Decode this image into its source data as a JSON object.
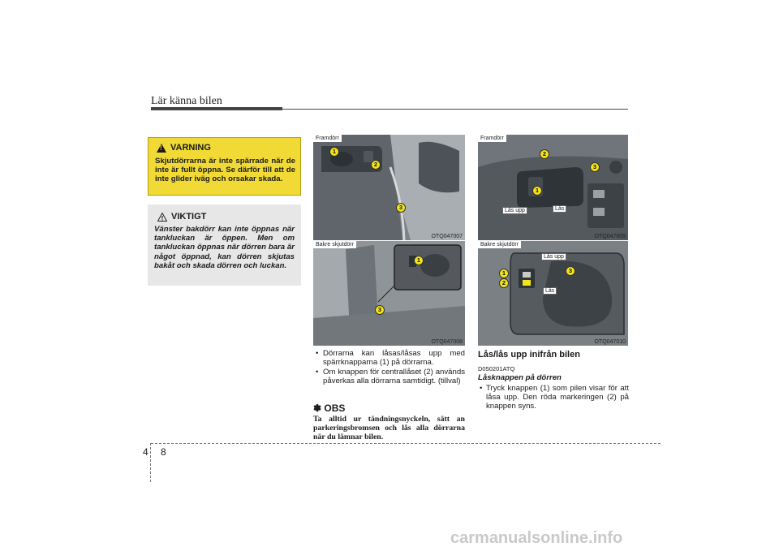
{
  "header": {
    "title": "Lär känna bilen"
  },
  "warning": {
    "title": "VARNING",
    "text": "Skjutdörrarna är inte spärrade när de inte är fullt öppna. Se därför till att de inte glider iväg och orsakar skada."
  },
  "notice": {
    "title": "VIKTIGT",
    "text": "Vänster bakdörr kan inte öppnas när tankluckan är öppen. Men om tankluckan öppnas när dörren bara är något öppnad, kan dörren skjutas bakåt och skada dörren och luckan."
  },
  "figures": [
    {
      "tag": "Framdörr",
      "code": "OTQ047007",
      "markers": [
        "1",
        "2",
        "3"
      ]
    },
    {
      "tag": "Bakre skjutdörr",
      "code": "OTQ047008",
      "markers": [
        "1",
        "3"
      ]
    },
    {
      "tag": "Framdörr",
      "code": "OTQ047009",
      "markers": [
        "1",
        "2",
        "3"
      ],
      "labels": [
        "Lås upp",
        "Lås"
      ]
    },
    {
      "tag": "Bakre skjutdörr",
      "code": "OTQ047010",
      "markers": [
        "1",
        "2",
        "3"
      ],
      "labels": [
        "Lås upp",
        "Lås"
      ]
    }
  ],
  "bullets": [
    "Dörrarna kan låsas/låsas upp med spärrknapparna (1) på dörrarna.",
    "Om knappen för centrallåset (2) används påverkas alla dörrarna samtidigt. (tillval)"
  ],
  "obs": {
    "title": "✽ OBS",
    "text": "Ta alltid ur tändningsnyckeln, sätt an parkeringsbromsen och lås alla dörrarna när du lämnar bilen."
  },
  "section": {
    "title": "Lås/lås upp inifrån bilen",
    "code": "D050201ATQ",
    "subtitle": "Låsknappen på dörren",
    "bullets": [
      "Tryck knappen (1) som pilen visar för att låsa upp. Den röda markeringen (2) på knappen syns."
    ]
  },
  "footer": {
    "page": "4 8"
  },
  "watermark": "carmanualsonline.info",
  "colors": {
    "warning_bg": "#f1da35",
    "notice_bg": "#e7e7e7",
    "marker": "#f4e51a"
  }
}
